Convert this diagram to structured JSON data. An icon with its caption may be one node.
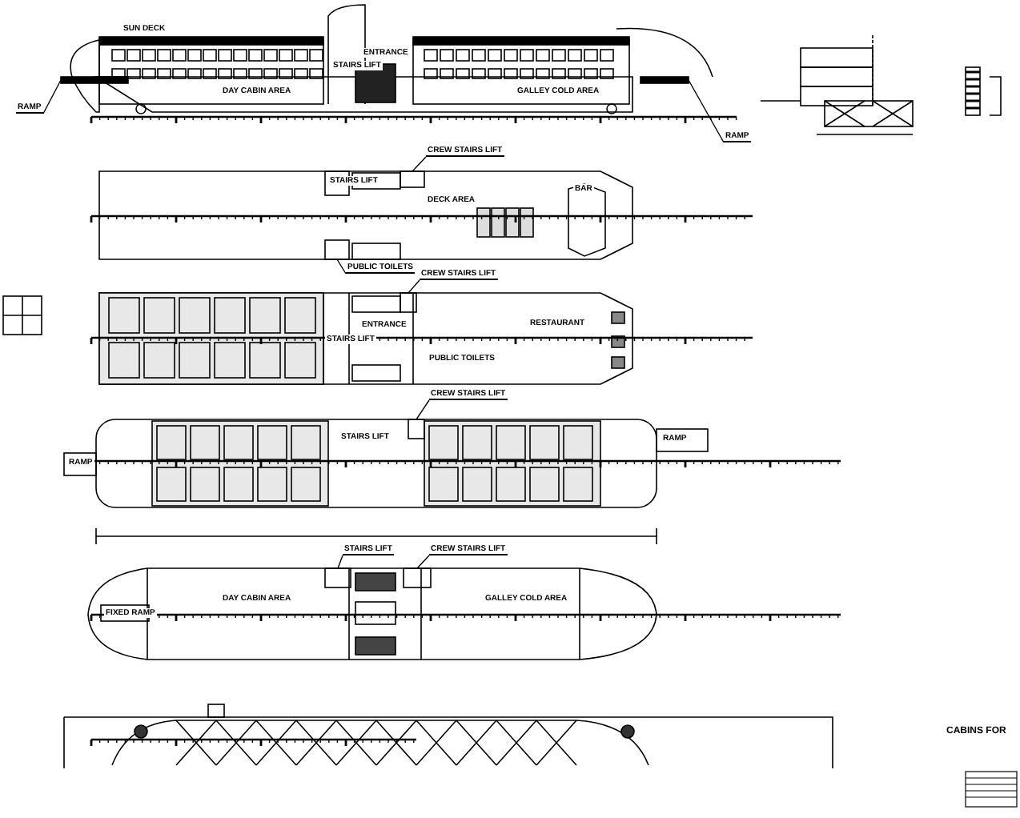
{
  "diagram": {
    "nodes": [
      {
        "text": [
          "RAMP"
        ]
      },
      {
        "text": [
          "RAMP"
        ]
      },
      {
        "text": [
          "PUBLIC TOILETS"
        ]
      },
      {
        "text": [
          "CREW STAIRS LIFT"
        ]
      },
      {
        "text": [
          "CREW STAIRS LIFT"
        ]
      },
      {
        "text": [
          "CREW STAIRS LIFT"
        ]
      },
      {
        "text": [
          "STAIRS LIFT"
        ]
      },
      {
        "text": [
          "CREW STAIRS LIFT"
        ]
      },
      {
        "text": [],
        "shape": "bar"
      },
      {
        "text": [],
        "shape": "bar"
      },
      {
        "text": [],
        "shape": "box"
      },
      {
        "text": [],
        "shape": "box"
      },
      {
        "text": [],
        "shape": "box"
      },
      {
        "text": [],
        "shape": "box"
      },
      {
        "text": [],
        "shape": "box"
      },
      {
        "text": [],
        "shape": "box"
      }
    ],
    "edges": [
      {
        "from": 0,
        "to": 8,
        "arrow": "none"
      },
      {
        "from": 1,
        "to": 9,
        "arrow": "none"
      },
      {
        "from": 2,
        "to": 10,
        "arrow": "none"
      },
      {
        "from": 3,
        "to": 11,
        "arrow": "none"
      },
      {
        "from": 4,
        "to": 12,
        "arrow": "none"
      },
      {
        "from": 5,
        "to": 13,
        "arrow": "none"
      },
      {
        "from": 6,
        "to": 14,
        "arrow": "none"
      },
      {
        "from": 7,
        "to": 15,
        "arrow": "none"
      }
    ],
    "labels": [
      "SUN DECK",
      "ENTRANCE",
      "STAIRS LIFT",
      "DAY CABIN AREA",
      "GALLEY COLD AREA",
      "STAIRS LIFT",
      "DECK AREA",
      "BAR",
      "ENTRANCE",
      "RESTAURANT",
      "STAIRS LIFT",
      "PUBLIC TOILETS",
      "STAIRS LIFT",
      "RAMP",
      "RAMP",
      "FIXED RAMP",
      "DAY CABIN AREA",
      "GALLEY COLD AREA",
      "CABINS FOR"
    ]
  }
}
